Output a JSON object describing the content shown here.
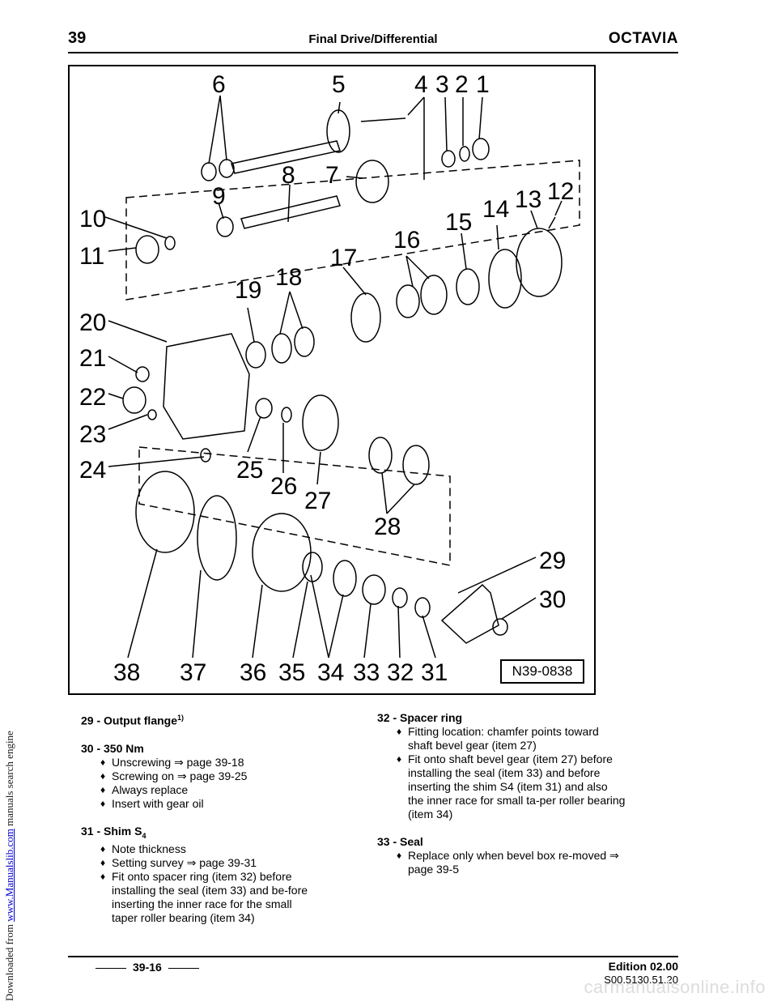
{
  "side": {
    "prefix": "Downloaded from ",
    "link": "www.Manualslib.com",
    "suffix": "  manuals search engine"
  },
  "header": {
    "chapter": "39",
    "title": "Final Drive/Differential",
    "brand": "OCTAVIA"
  },
  "figure": {
    "code": "N39-0838",
    "labels": [
      "1",
      "2",
      "3",
      "4",
      "5",
      "6",
      "7",
      "8",
      "9",
      "10",
      "11",
      "12",
      "13",
      "14",
      "15",
      "16",
      "17",
      "18",
      "19",
      "20",
      "21",
      "22",
      "23",
      "24",
      "25",
      "26",
      "27",
      "28",
      "29",
      "30",
      "31",
      "32",
      "33",
      "34",
      "35",
      "36",
      "37",
      "38"
    ]
  },
  "left_items": [
    {
      "head": "29 - Output flange",
      "sup": "1)",
      "bullets": []
    },
    {
      "head": "30 - 350 Nm",
      "bullets": [
        "Unscrewing ⇒ page 39-18",
        "Screwing on ⇒ page 39-25",
        "Always replace",
        "Insert with gear oil"
      ]
    },
    {
      "head": "31 - Shim S",
      "sub": "4",
      "bullets": [
        "Note thickness",
        "Setting survey ⇒ page 39-31",
        "Fit onto spacer ring (item 32) before installing the seal (item 33) and be-fore inserting the inner race for the small taper roller bearing (item 34)"
      ]
    }
  ],
  "right_items": [
    {
      "head": "32 - Spacer ring",
      "bullets": [
        "Fitting location: chamfer points toward shaft bevel gear (item 27)",
        "Fit onto shaft bevel gear (item 27) before installing the seal (item 33) and before inserting the shim S4 (item 31) and also the inner race for small ta-per roller bearing (item 34)"
      ]
    },
    {
      "head": "33 - Seal",
      "bullets": [
        "Replace only when bevel box re-moved ⇒ page 39-5"
      ]
    }
  ],
  "footer": {
    "page": "39-16",
    "edition": "Edition 02.00",
    "code": "S00.5130.51.20",
    "watermark": "carmanualsonline.info"
  }
}
